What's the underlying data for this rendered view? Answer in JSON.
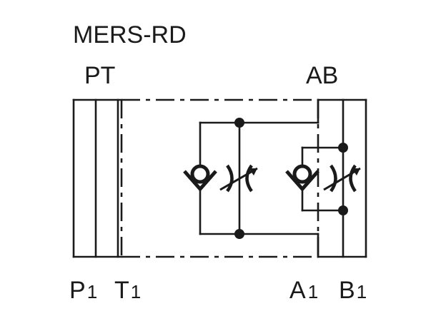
{
  "diagram": {
    "title": "MERS-RD",
    "top_ports": {
      "left": "PT",
      "right": "AB"
    },
    "bottom_ports": {
      "p1": {
        "letter": "P",
        "sub": "1"
      },
      "t1": {
        "letter": "T",
        "sub": "1"
      },
      "a1": {
        "letter": "A",
        "sub": "1"
      },
      "b1": {
        "letter": "B",
        "sub": "1"
      }
    },
    "stroke_color": "#1a1a1a",
    "background_color": "#ffffff",
    "symbols": [
      "check-valve-icon",
      "adjustable-throttle-icon",
      "junction-dot"
    ]
  }
}
